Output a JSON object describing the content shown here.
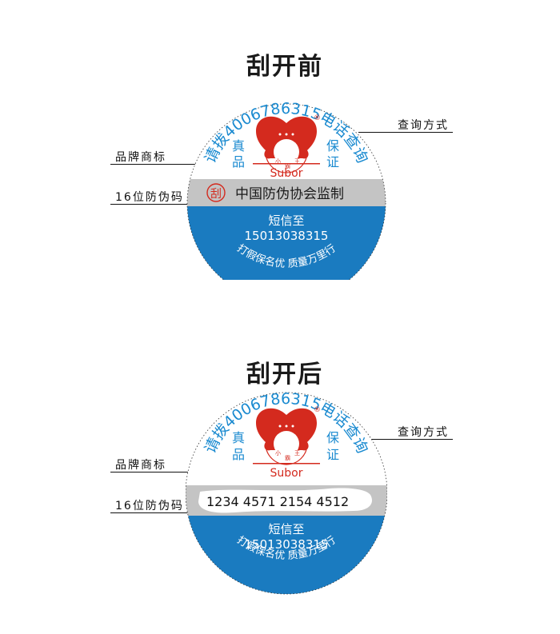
{
  "before": {
    "title": "刮开前",
    "labels": {
      "query_method": "查询方式",
      "brand_logo": "品牌商标",
      "code": "16位防伪码"
    },
    "seal": {
      "arc_text": "请拨4006786315电话查询",
      "left_vertical": "真品",
      "right_vertical": "保证",
      "brand": "Subor",
      "registered": "®",
      "stamp_char": "刮",
      "gray_band_text": "中国防伪协会监制",
      "sms_label": "短信至",
      "sms_number": "15013038315",
      "bottom_arc_text": "打假保名优 质量万里行"
    }
  },
  "after": {
    "title": "刮开后",
    "labels": {
      "query_method": "查询方式",
      "brand_logo": "品牌商标",
      "code": "16位防伪码"
    },
    "seal": {
      "arc_text": "请拨4006786315电话查询",
      "left_vertical": "真品",
      "right_vertical": "保证",
      "brand": "Subor",
      "registered": "®",
      "code_value": "1234 4571 2154 4512",
      "sms_label": "短信至",
      "sms_number": "15013038315",
      "bottom_arc_text": "打假保名优 质量万里行"
    }
  },
  "colors": {
    "blue": "#1a7bc0",
    "arc_blue": "#1a8ad0",
    "gray": "#c4c4c4",
    "red": "#d42a1e"
  }
}
